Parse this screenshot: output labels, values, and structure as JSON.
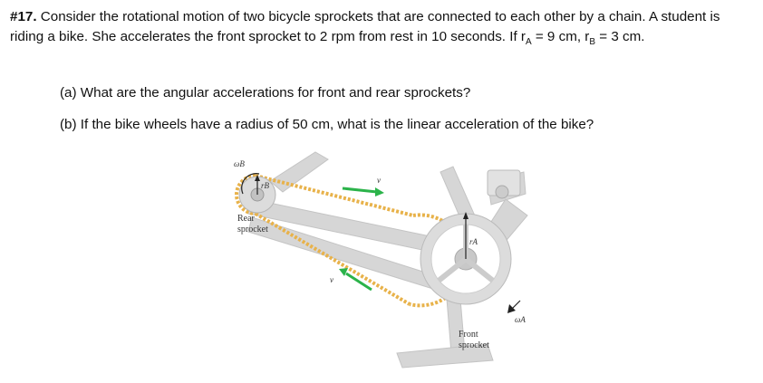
{
  "problem": {
    "number": "#17.",
    "text": " Consider the rotational motion of two bicycle sprockets that are connected to each other by a chain. A student is riding a bike. She accelerates the front sprocket to 2 rpm from rest in 10 seconds.  If r",
    "sub_a_1": "A",
    "mid": " = 9 cm, r",
    "sub_b_1": "B",
    "tail": " = 3 cm."
  },
  "part_a": "(a) What are the angular accelerations for front and rear sprockets?",
  "part_b": "(b) If the bike wheels have a radius of 50 cm, what is the linear acceleration of the bike?",
  "figure": {
    "rear_label_1": "Rear",
    "rear_label_2": "sprocket",
    "front_label_1": "Front",
    "front_label_2": "sprocket",
    "omega_b": "ωB",
    "omega_a": "ωA",
    "r_b": "rB",
    "r_a": "rA",
    "v_top": "v",
    "v_bottom": "v",
    "colors": {
      "chain": "#e8b24a",
      "frame": "#d4d4d4",
      "arrow": "#2bb34a"
    }
  }
}
